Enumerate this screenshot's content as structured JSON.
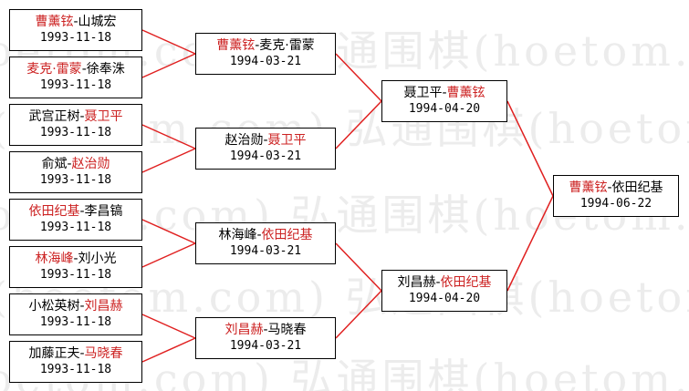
{
  "watermark": {
    "text": "(hoetom.com) 弘通围棋(hoetom.com) 弘通"
  },
  "colors": {
    "winner": "#cc2222",
    "line": "#e02020",
    "border": "#000000"
  },
  "rounds": [
    [
      {
        "a": "曹薰铉",
        "b": "山城宏",
        "winner": "a",
        "date": "1993-11-18"
      },
      {
        "a": "麦克·雷蒙",
        "b": "徐奉洙",
        "winner": "a",
        "date": "1993-11-18"
      },
      {
        "a": "武宫正树",
        "b": "聂卫平",
        "winner": "b",
        "date": "1993-11-18"
      },
      {
        "a": "俞斌",
        "b": "赵治勋",
        "winner": "b",
        "date": "1993-11-18"
      },
      {
        "a": "依田纪基",
        "b": "李昌镐",
        "winner": "a",
        "date": "1993-11-18"
      },
      {
        "a": "林海峰",
        "b": "刘小光",
        "winner": "a",
        "date": "1993-11-18"
      },
      {
        "a": "小松英树",
        "b": "刘昌赫",
        "winner": "b",
        "date": "1993-11-18"
      },
      {
        "a": "加藤正夫",
        "b": "马晓春",
        "winner": "b",
        "date": "1993-11-18"
      }
    ],
    [
      {
        "a": "曹薰铉",
        "b": "麦克·雷蒙",
        "winner": "a",
        "date": "1994-03-21"
      },
      {
        "a": "赵治勋",
        "b": "聂卫平",
        "winner": "b",
        "date": "1994-03-21"
      },
      {
        "a": "林海峰",
        "b": "依田纪基",
        "winner": "b",
        "date": "1994-03-21"
      },
      {
        "a": "刘昌赫",
        "b": "马晓春",
        "winner": "a",
        "date": "1994-03-21"
      }
    ],
    [
      {
        "a": "聂卫平",
        "b": "曹薰铉",
        "winner": "b",
        "date": "1994-04-20"
      },
      {
        "a": "刘昌赫",
        "b": "依田纪基",
        "winner": "b",
        "date": "1994-04-20"
      }
    ],
    [
      {
        "a": "曹薰铉",
        "b": "依田纪基",
        "winner": "a",
        "date": "1994-06-22"
      }
    ]
  ]
}
